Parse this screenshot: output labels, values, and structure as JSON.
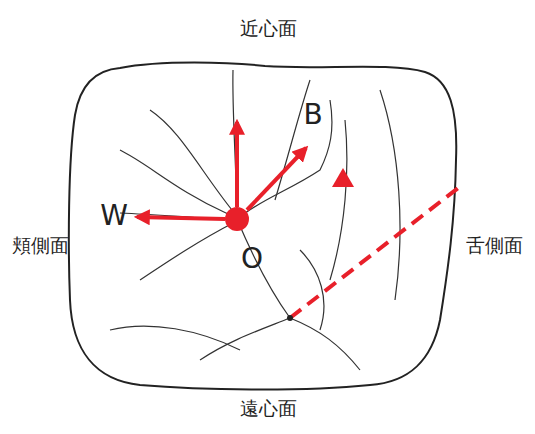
{
  "diagram": {
    "labels": [
      "近心面",
      "頬側面",
      "舌側面",
      "遠心面",
      "B",
      "W",
      "O"
    ]
  }
}
